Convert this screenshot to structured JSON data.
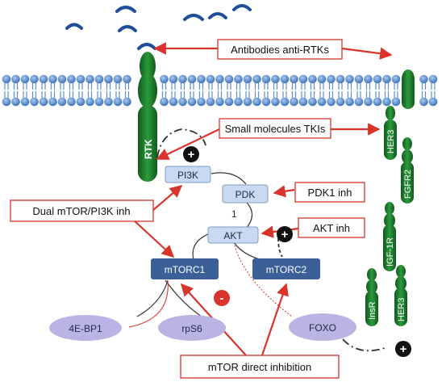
{
  "callouts": {
    "antibodies": "Antibodies anti-RTKs",
    "small_molecules": "Small molecules TKIs",
    "dual": "Dual mTOR/PI3K inh",
    "pdk1": "PDK1 inh",
    "akt": "AKT inh",
    "mtor_direct": "mTOR direct inhibition"
  },
  "nodes": {
    "pi3k": "PI3K",
    "pdk": "PDK",
    "akt": "AKT",
    "mtorc1": "mTORC1",
    "mtorc2": "mTORC2",
    "bp1": "4E-BP1",
    "rps6": "rpS6",
    "foxo": "FOXO"
  },
  "labels": {
    "one": "1"
  },
  "receptors": {
    "rtk": "RTK",
    "her3_top": "HER3",
    "fgfr2": "FGFR2",
    "igf1r": "IGF-1R",
    "insr": "InsR",
    "her3_bottom": "HER3"
  },
  "badges": {
    "plus": "+",
    "minus": "-"
  },
  "colors": {
    "membrane_head": "#5b8fd0",
    "receptor_green": "#1c7a2c",
    "callout_border": "#d9342b",
    "arrow_red": "#d9342b",
    "node_light": "#c9d9f2",
    "node_dark": "#3b5f97",
    "node_lavender": "#b9b4e3",
    "antibody_blue": "#1f4f9b"
  }
}
